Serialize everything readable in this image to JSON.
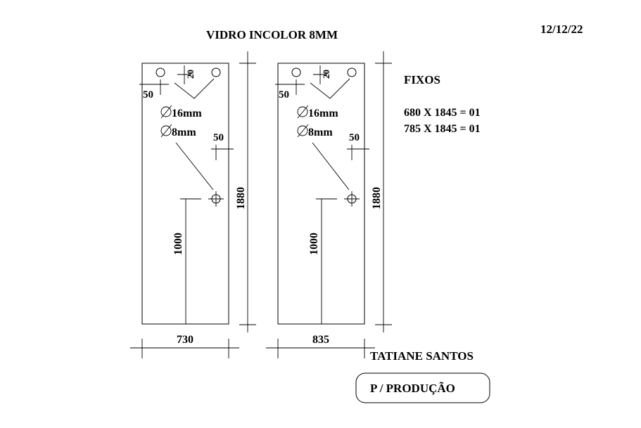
{
  "title": "VIDRO INCOLOR 8MM",
  "date": "12/12/22",
  "fixos": {
    "heading": "FIXOS",
    "lines": [
      "680 X 1845 = 01",
      "785 X 1845 = 01"
    ]
  },
  "panels": [
    {
      "width_label": "730",
      "height_label": "1880",
      "inner_height_label": "1000",
      "top_gap_label": "20",
      "left_offset_label": "50",
      "right_offset_label": "50",
      "hole_large_label": "16mm",
      "hole_small_label": "8mm"
    },
    {
      "width_label": "835",
      "height_label": "1880",
      "inner_height_label": "1000",
      "top_gap_label": "20",
      "left_offset_label": "50",
      "right_offset_label": "50",
      "hole_large_label": "16mm",
      "hole_small_label": "8mm"
    }
  ],
  "author": "TATIANE SANTOS",
  "stamp": "P / PRODUÇÃO"
}
